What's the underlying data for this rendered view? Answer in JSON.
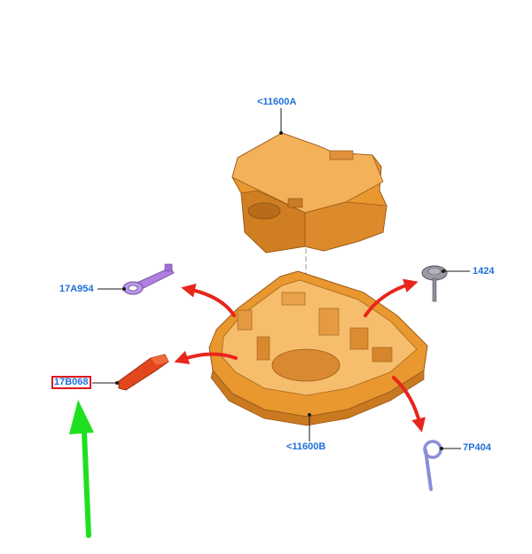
{
  "diagram": {
    "callouts": {
      "top_housing": "<11600A",
      "base_tray": "<11600B",
      "pin": "17A954",
      "handle": "17B068",
      "knob": "1424",
      "hook": "7P404"
    },
    "highlighted_part": "17B068",
    "colors": {
      "callout_text": "#1e6fd9",
      "highlight_box": "#e0161b",
      "housing_fill": "#e8982f",
      "arrow_red": "#e8261c",
      "pointer_green": "#1fe01f",
      "pin_purple": "#b07fe0",
      "handle_red": "#e2461c",
      "knob_grey": "#8f8e99",
      "hook_blue": "#8a8ed8"
    }
  }
}
